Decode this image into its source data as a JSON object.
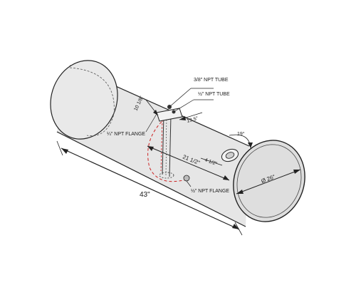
{
  "callouts": {
    "tube_3_8": "3/8\" NPT TUBE",
    "tube_1_2": "½\" NPT TUBE",
    "flange_top": "¼\" NPT FLANGE",
    "flange_bottom": "½\" NPT FLANGE"
  },
  "dimensions": {
    "length": "43\"",
    "diameter": "Ø 26\"",
    "fill_offset": "21 1/2\"",
    "fill_angle": "19°",
    "cap_offset": "4 1/2\"",
    "flange_height": "10 1/8\"",
    "flange_width": "13.5\""
  },
  "colors": {
    "outline": "#222222",
    "tank_fill": "#e6e6e6",
    "end_fill": "#dedede",
    "hidden_line": "#cc2222"
  }
}
